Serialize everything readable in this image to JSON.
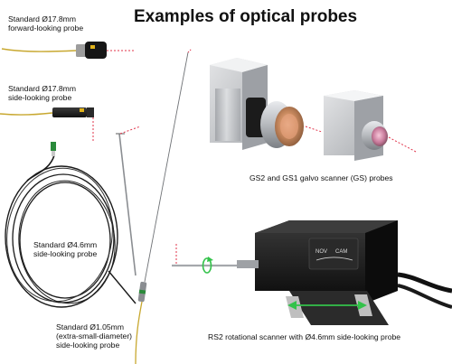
{
  "title": "Examples of optical probes",
  "labels": {
    "forward_probe": [
      "Standard Ø17.8mm",
      "forward-looking probe"
    ],
    "side_probe_178": [
      "Standard Ø17.8mm",
      "side-looking probe"
    ],
    "side_probe_46": [
      "Standard Ø4.6mm",
      "side-looking probe"
    ],
    "small_probe": [
      "Standard Ø1.05mm",
      "(extra-small-diameter)",
      "side-looking probe"
    ],
    "galvo_caption": "GS2 and GS1 galvo scanner (GS) probes",
    "rs2_caption": "RS2 rotational scanner with Ø4.6mm side-looking probe"
  },
  "logo_text": [
    "NOV",
    "CAM"
  ],
  "colors": {
    "beam": "#e0334a",
    "rotation_arrow": "#33c24a",
    "fiber_yellow": "#c8a830",
    "fiber_black": "#1a1a1a",
    "housing_black": "#1c1c1c",
    "metal": "#b9bcc0"
  }
}
